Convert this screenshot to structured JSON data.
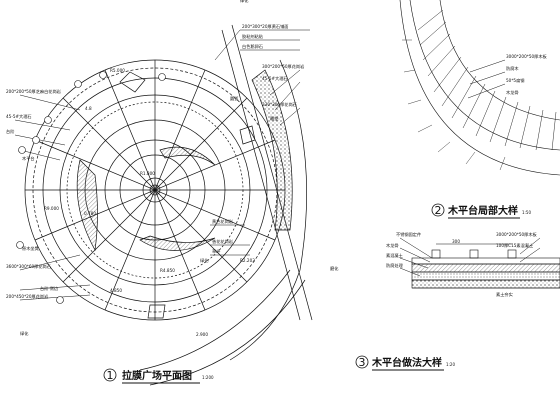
{
  "titles": {
    "plan": {
      "number": "1",
      "text": "拉膜广场平面图",
      "scale": "1:200"
    },
    "deck_detail": {
      "number": "2",
      "text": "木平台局部大样",
      "scale": "1:50"
    },
    "deck_method": {
      "number": "3",
      "text": "木平台做法大样",
      "scale": "1:20"
    }
  },
  "plan_labels": {
    "l1": "200*300*20厚黄石铺面",
    "l2": "胶粘剂粘贴",
    "l3": "白色鹅卵石",
    "l4": "300*200*60厚花岗岩",
    "l5": "45-5#大理石",
    "l6": "230*300厚花岗石",
    "l7": "200*200*50厚芝麻白花岗岩",
    "l8": "台阶",
    "l9": "圆弧",
    "l10": "绿化",
    "l11": "木平台",
    "l12": "原木坐凳",
    "l13": "3600*300*60厚花岗石",
    "l14": "200*450*20厚花岗岩",
    "l15": "黄色花岗岩",
    "l16": "香花花岗岩",
    "l17": "草坪",
    "l18": "台阶·侧边",
    "l19": "绿化",
    "l20": "绿化",
    "l21": "磨化",
    "l22": "雕塑"
  },
  "dims": {
    "d1": "R5.000",
    "d2": "4.8",
    "d3": "R1.800",
    "d4": "R9.000",
    "d5": "R2.203",
    "d6": "0.780",
    "d7": "2.900",
    "d8": "R4.850",
    "d9": "4.850"
  },
  "deck_labels": {
    "k1": "3000*200*50厚木板",
    "k2": "防腐木",
    "k3": "50*5扁钢",
    "k4": "木龙骨"
  },
  "section_labels": {
    "s1": "不锈钢固定件",
    "s2": "3000*200*50厚木板",
    "s3": "木龙骨",
    "s4": "素混凝土",
    "s5": "防腐处理",
    "s6": "300",
    "s7": "100厚C15素混凝土",
    "s8": "素土夯实"
  }
}
